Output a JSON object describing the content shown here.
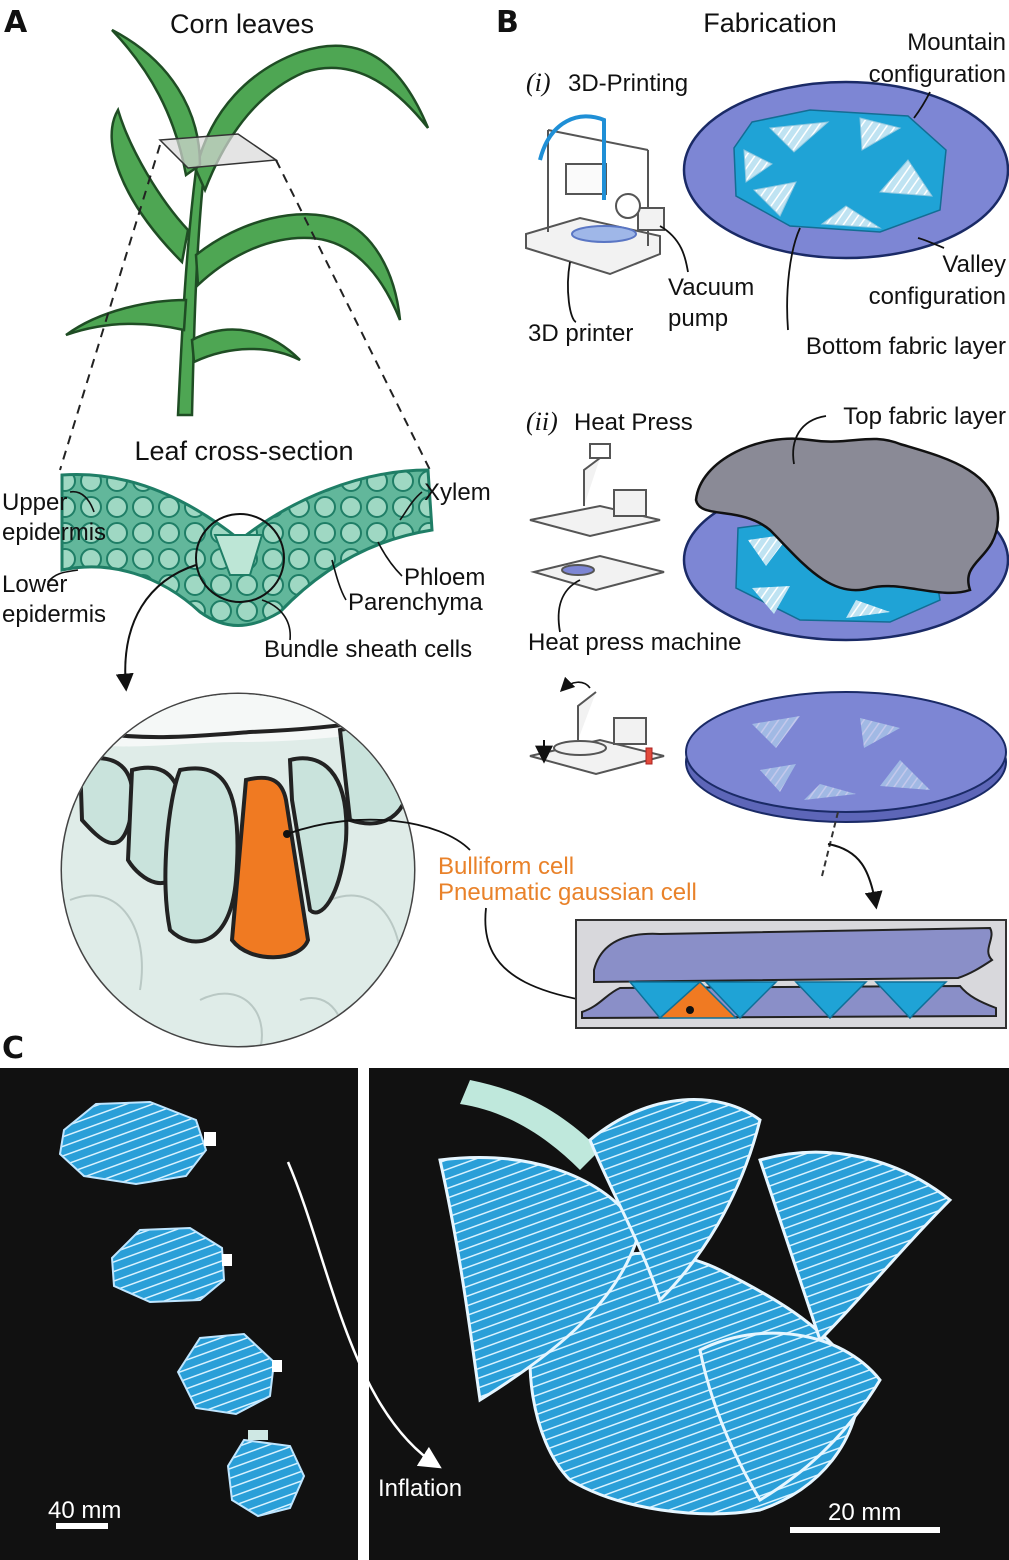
{
  "panels": {
    "a": {
      "letter": "A",
      "title": "Corn leaves",
      "cross_section_title": "Leaf cross-section",
      "labels": {
        "upper_epidermis_1": "Upper",
        "upper_epidermis_2": "epidermis",
        "lower_epidermis_1": "Lower",
        "lower_epidermis_2": "epidermis",
        "xylem": "Xylem",
        "phloem": "Phloem",
        "parenchyma": "Parenchyma",
        "bundle_sheath": "Bundle sheath cells",
        "bulliform": "Bulliform cell",
        "pneumatic": "Pneumatic gaussian cell"
      }
    },
    "b": {
      "letter": "B",
      "title": "Fabrication",
      "step1_numeral": "(i)",
      "step1_title": "3D-Printing",
      "step2_numeral": "(ii)",
      "step2_title": "Heat Press",
      "labels": {
        "mountain_1": "Mountain",
        "mountain_2": "configuration",
        "valley_1": "Valley",
        "valley_2": "configuration",
        "bottom_fabric": "Bottom fabric layer",
        "printer": "3D printer",
        "vacuum_1": "Vacuum",
        "vacuum_2": "pump",
        "top_fabric": "Top fabric layer",
        "heat_press": "Heat press machine"
      }
    },
    "c": {
      "letter": "C",
      "inflation": "Inflation",
      "scale_left": "40 mm",
      "scale_right": "20 mm"
    }
  },
  "colors": {
    "leaf_green": "#3f9a4a",
    "cell_teal": "#2f9e86",
    "fabric_blue": "#7d86d4",
    "cell_cyan": "#1fa3d6",
    "bulliform_orange": "#f07a22",
    "photo_bg": "#111111"
  }
}
